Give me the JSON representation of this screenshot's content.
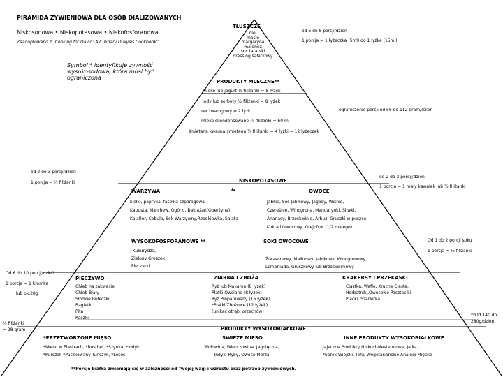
{
  "header": {
    "title": "PIRAMIDA ŻYWIENIOWA DLA OSÓB DIALIZOWANYCH",
    "subtitle": "Niskosodowa • Niskopotasowa • Niskofosforanowa",
    "adapted": "Zaadoptowano z „Cooking for David: A Culinary Dialysis Cookbook”",
    "symbol_note": "Symbol * identyfikuje żywność\nwysokosodową, która musi być\nograniczona"
  },
  "fats": {
    "title": "TŁUSZCZE",
    "items": "olej\nmasło\nmargaryna\nmajonez\nsos tatarski\ndressing sałatkowy",
    "portions": "od 6 do 8 porcji/dzień",
    "portion_size": "1 porcja = 1 łyżeczka (5ml) do 1 łyżka (15ml)"
  },
  "dairy": {
    "title": "PRODUKTY MLECZNE**",
    "item1": "mleko lub jogurt ½ filiżanki = 8 łyżek",
    "item2": "lody lub sorbety ½ filiżanki = 8 łyżek",
    "item3": "ser twarogowy = 2 łyżki",
    "item4": "mleko skondensowane ¼ filiżanki = 60 ml",
    "item5": "śmietana kwaśna śmietana ¼ filiżanki = 4 łyżki = 12 łyżeczek",
    "limit": "ograniczenie porcji od 56 do 112 gram/dzień"
  },
  "low_potassium": {
    "title": "NISKOPOTASOWE",
    "ampersand": "&",
    "veg_title": "WARZYWA",
    "veg_portions": "od 2 do 3 porcji/dzień",
    "veg_portion_size": "1 porcja = ½ filiżanki",
    "veg_items": "kiełki, papryka, fasolka szparagowa,\nKapusta, Marchew, Ogórki, Bakłażan(Oberżyna),\nKalafior, Cebula, Sok Warzywny,Rzodkiewka, Sałata",
    "fruit_title": "OWOCE",
    "fruit_portions": "od 2 do 3 porcji/dzień",
    "fruit_portion_size": "1 porcja = 1 mały kawałek lub ½ filiżanki",
    "fruit_items": "Jabłka, Sos Jabłkowy, Jagody, Wiśnie,\nCzereśnie, Winogrona, Mandarynki, Śliwki,\nAnanasy, Brzoskwinie, Arbuz, Gruszki w puszce,\nKoktajl Owocowy, Grejpfrut (1/2 małego)"
  },
  "high_phosphate": {
    "title": "WYSOKOFOSFORANOWE **",
    "items": " Kukurydza,\nZielony Groszek,\nPieczarki"
  },
  "juices": {
    "title": "SOKI OWOCOWE",
    "portions": "Od 1 do 2 porcji soku",
    "portion_size": "1 porcja = ½ filiżanki",
    "items": "Żurawinowy, Malinowy, Jabłkowy, Winogronowy,\nLemoniada, Gruszkowy lub Brzoskwiniowy"
  },
  "bread": {
    "title": "PIECZYWO",
    "portions": "Od 6 do 10 porcji/dzień",
    "portion_size": "1 porcja = 1 kromka",
    "weight": "lub ok.28g",
    "items": "Chleb na zakwasie\nChleb Biały\nSłodkie Bułeczki\nBagietki\nPita\nPączki"
  },
  "grains": {
    "title": "ZIARNA I ZBOŻA",
    "items": "Ryż lub Makaron (8 łyżek)\nPłatki Owsiane (8 łyżek)\nRyż Preparowany (16 łyżek)\n*Płatki Zbożowe (12 łyżek)\n(unikać otrąb, orzechów)"
  },
  "crackers": {
    "title": "KRAKERSY I PRZEKĄSKI",
    "items": "Ciastka, Wafle, Kruche Ciasta,\nHerbatniki,Owocowe Paszteciki\nPlacki, Szarlotka"
  },
  "protein": {
    "title": "PRODUKTY WYSOKOBIAŁKOWE",
    "left_portion": "¼ filiżanki\n= 28 gram",
    "right_portion": "**Od 140 do\n280g/dzień",
    "processed_title": "*PRZETWORZONE MIĘSO",
    "processed_items": "*Mięso w Plastrach, *Rostbef, *Szynka, *Indyk,\n*Kurczak *Puszkowany Tuńczyk, *Łosoś",
    "fresh_title": "ŚWIEŻE MIĘSO",
    "fresh_items": "Wołowina, Wieprzowina, Jagnięcina,\nIndyk, Ryby, Owoce Morza",
    "other_title": "INNE PRODUKTY WYSOKOBIAŁKOWE",
    "other_items": "Jajeczne Produkty Niskocholesterolowe, Jajka,\n*Serek Wiejski, Tofu, Wegetariańskie Analogi Mięsne"
  },
  "footer": {
    "note": "**Porcje białka zmieniają się w zależności od Twojej wagi i wzrostu oraz potrzeb żywieniowych."
  }
}
